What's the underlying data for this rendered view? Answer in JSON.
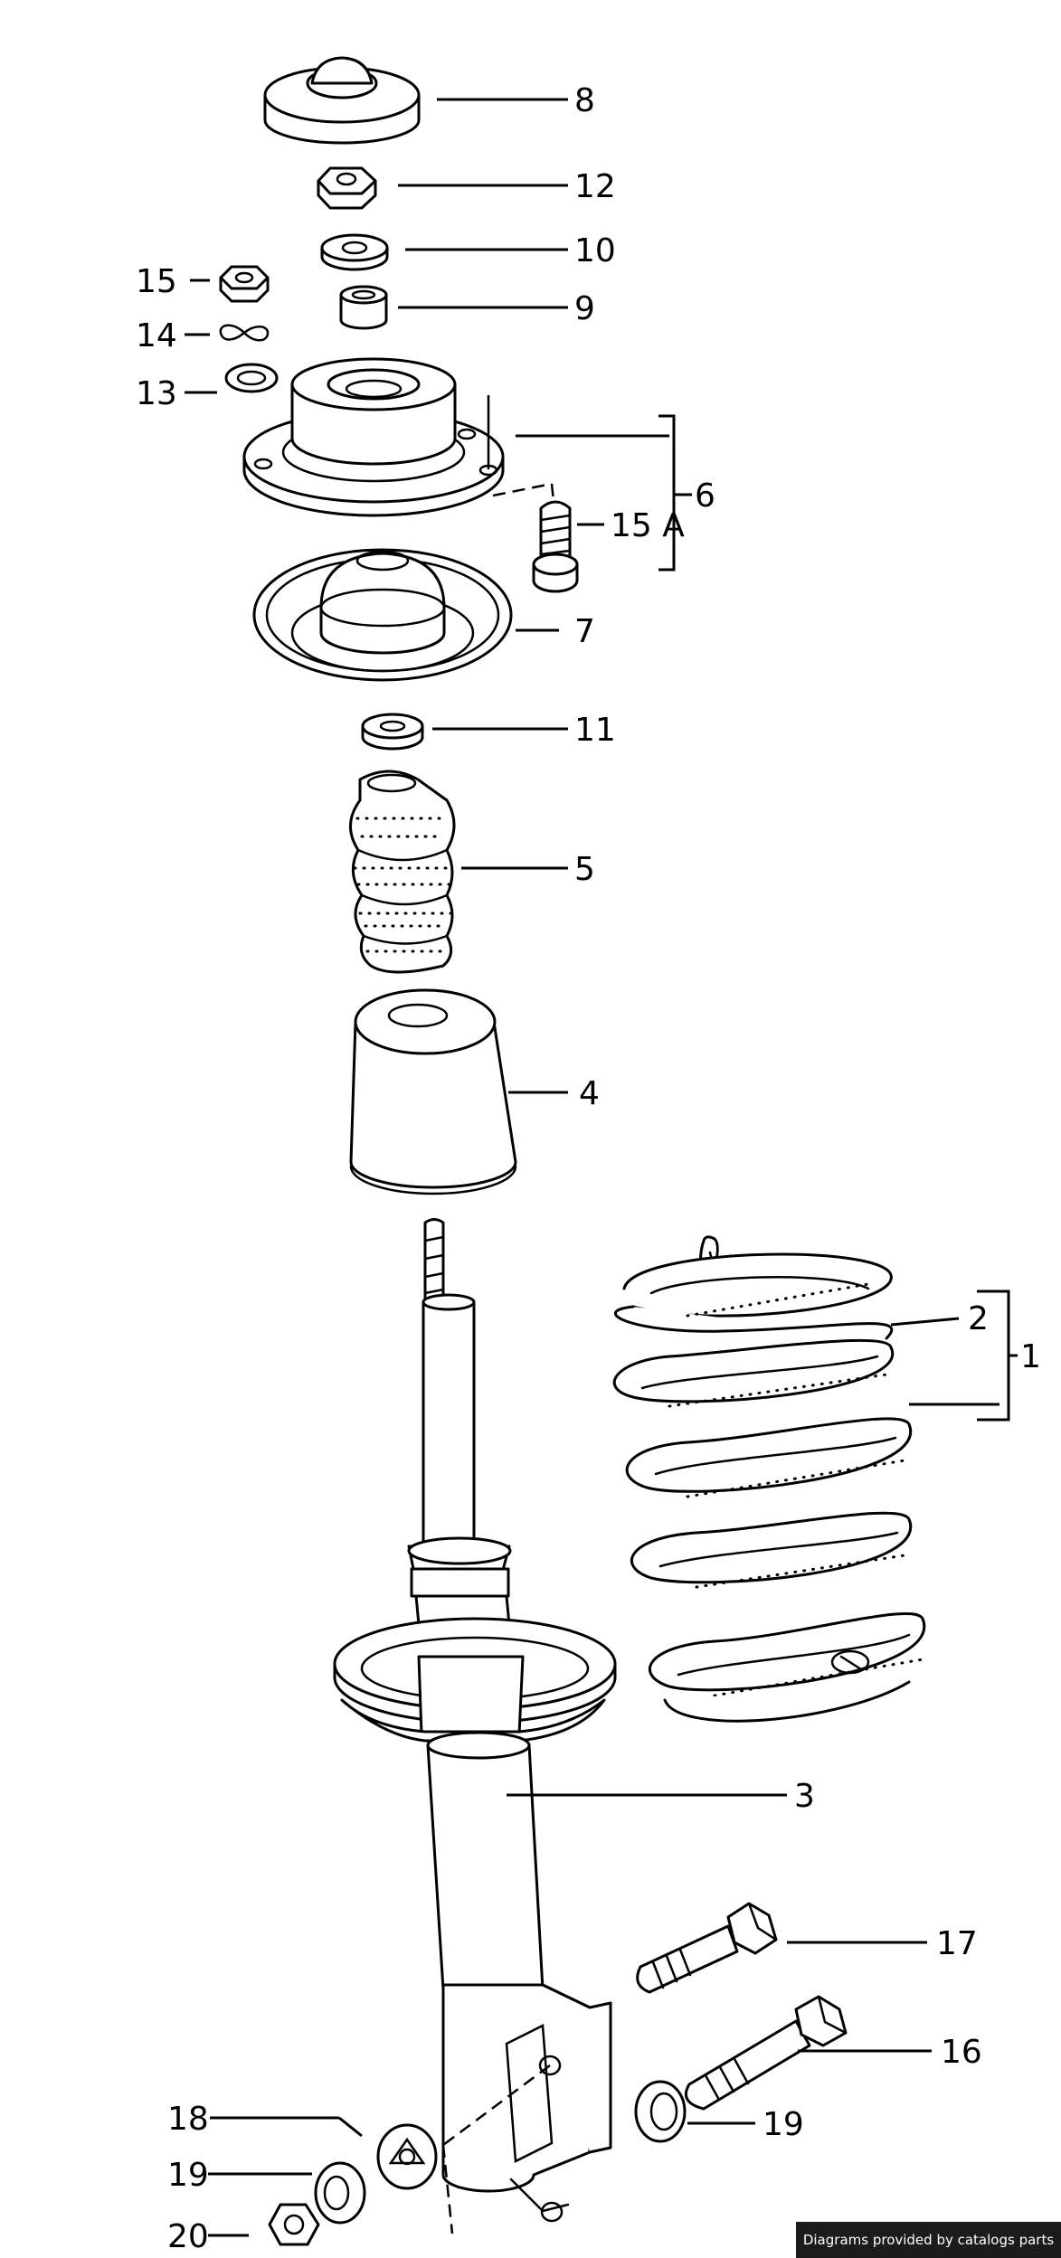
{
  "callouts": {
    "c1": "1",
    "c2": "2",
    "c3": "3",
    "c4": "4",
    "c5": "5",
    "c6": "6",
    "c7": "7",
    "c8": "8",
    "c9": "9",
    "c10": "10",
    "c11": "11",
    "c12": "12",
    "c13": "13",
    "c14": "14",
    "c15": "15",
    "c15a": "15 A",
    "c16": "16",
    "c17": "17",
    "c18": "18",
    "c19a": "19",
    "c19b": "19",
    "c20": "20"
  },
  "footer": {
    "credit": "Diagrams provided by catalogs parts"
  }
}
